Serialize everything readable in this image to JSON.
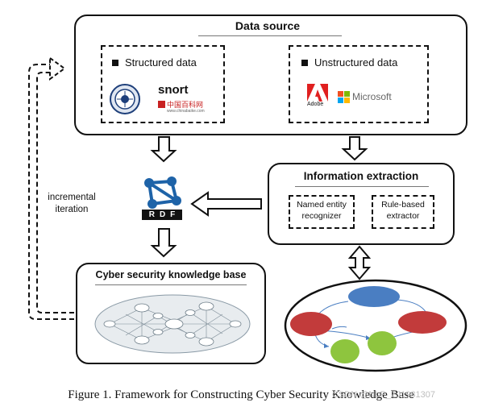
{
  "data_source": {
    "title": "Data source",
    "structured": {
      "label": "Structured data",
      "logos": {
        "snort": "snort",
        "baike": "中国百科网",
        "baike_url": "www.chinabaike.com"
      }
    },
    "unstructured": {
      "label": "Unstructured data",
      "logos": {
        "adobe": "Adobe",
        "microsoft": "Microsoft"
      }
    }
  },
  "information_extraction": {
    "title": "Information extraction",
    "ner": "Named entity recognizer",
    "rule": "Rule-based extractor"
  },
  "rdf": {
    "label": "RDF"
  },
  "knowledge_base": {
    "title": "Cyber security knowledge base"
  },
  "loop_label": "incremental iteration",
  "caption": "Figure 1.  Framework for Constructing Cyber Security Knowledge Base",
  "watermark": "CSDN @NLP_ZJ1981307",
  "colors": {
    "blue_node": "#4a7ec2",
    "red_node": "#c23b3b",
    "green_node": "#8ec53e",
    "ms_red": "#f25022",
    "ms_green": "#7fba00",
    "ms_blue": "#00a4ef",
    "ms_yellow": "#ffb900",
    "adobe_red": "#e02020",
    "rdf_blue": "#1e63a8"
  }
}
